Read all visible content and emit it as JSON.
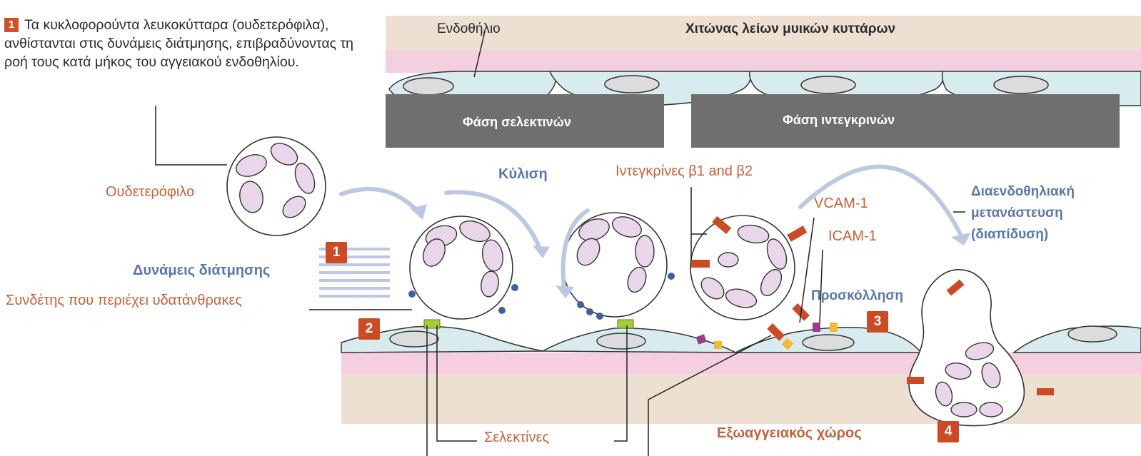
{
  "intro": {
    "badge": "1",
    "text": "Τα κυκλοφορούντα λευκοκύτταρα (ουδετερόφιλα), ανθίστανται στις δυνάμεις διάτμησης, επιβραδύνοντας τη ροή τους κατά μήκος του αγγειακού ενδοθηλίου."
  },
  "labels": {
    "endothelium": "Ενδοθήλιο",
    "smooth_muscle": "Χιτώνας λείων μυικών κυττάρων",
    "selectin_phase": "Φάση σελεκτινών",
    "integrin_phase": "Φάση ιντεγκρινών",
    "rolling": "Κύλιση",
    "integrins": "Ιντεγκρίνες β1 and β2",
    "vcam": "VCAM-1",
    "icam": "ICAM-1",
    "neutrophil": "Ουδετερόφιλο",
    "shear": "Δυνάμεις διάτμησης",
    "carb_ligand": "Συνδέτης που περιέχει υδατάνθρακες",
    "adhesion": "Προσκόλληση",
    "transmigration": "Διαενδοθηλιακή μετανάστευση (διαπίδυση)",
    "selectins": "Σελεκτίνες",
    "extravascular": "Εξωαγγειακός χώρος"
  },
  "badges": [
    "1",
    "2",
    "3",
    "4"
  ],
  "colors": {
    "badge": "#cc4a24",
    "label_orange": "#c5613a",
    "label_blue": "#5a77a8",
    "phase_bar": "#6f6f6f",
    "muscle_layer": "#ede0d3",
    "pink_layer": "#f4cfe0",
    "endothelial_cell": "#d8ecef",
    "nucleus": "#e9d6ea"
  }
}
